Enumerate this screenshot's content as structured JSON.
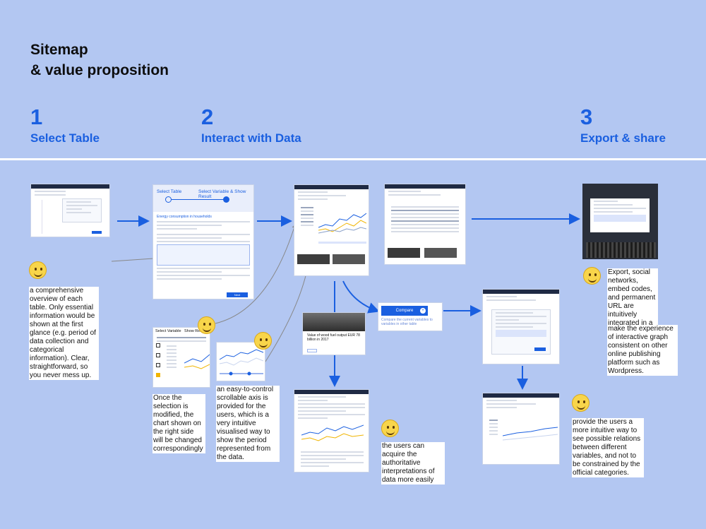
{
  "title": {
    "line1": "Sitemap",
    "line2": "& value proposition"
  },
  "steps": [
    {
      "number": "1",
      "label": "Select Table"
    },
    {
      "number": "2",
      "label": "Interact with Data"
    },
    {
      "number": "3",
      "label": "Export & share"
    }
  ],
  "screen2": {
    "tab1": "Select Table",
    "tab2": "Select Variable & Show Result",
    "heading": "Energy consumption in households",
    "submit": "Next"
  },
  "variable_panel": {
    "col1": "Select Variable",
    "col2": "Show Res"
  },
  "value_card": {
    "text": "Value of wood fuel output EUR 78 billion in 2017"
  },
  "compare_card": {
    "button": "Compare",
    "text": "Compare the current variables to variables in other table"
  },
  "notes": {
    "n1": "a comprehensive overview of each table. Only essential information would be shown at the first glance (e.g. period of data collection and categorical information). Clear, straightforward, so you never mess up.",
    "n2": "Once the selection is modified, the chart shown on the right side will be changed correspondingly",
    "n3": "an easy-to-control scrollable axis is provided for the users, which is a very intuitive visualised way to show the period represented from the data.",
    "n4": "the users can acquire the authoritative interpretations of data more easily",
    "n5": "Export, social networks, embed codes, and permanent URL are intuitively integrated in a single modal",
    "n6": "make the experience of interactive graph consistent on other online publishing platform such as Wordpress.",
    "n7": "provide the users a more intuitive way to see possible relations between different variables, and not to be constrained by the official categories."
  },
  "colors": {
    "background": "#b3c7f2",
    "accent": "#1a5fe0",
    "dark_bar": "#1f2a44"
  }
}
